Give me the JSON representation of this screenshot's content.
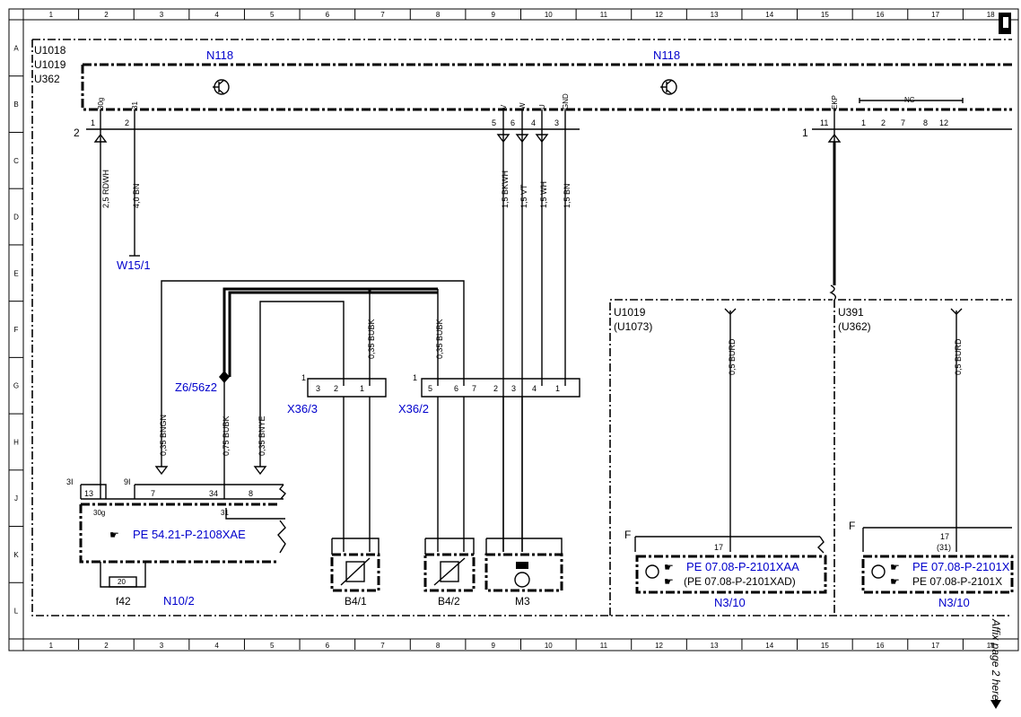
{
  "grid": {
    "cols": [
      "1",
      "2",
      "3",
      "4",
      "5",
      "6",
      "7",
      "8",
      "9",
      "10",
      "11",
      "12",
      "13",
      "14",
      "15",
      "16",
      "17",
      "18"
    ],
    "rows": [
      "A",
      "B",
      "C",
      "D",
      "E",
      "F",
      "G",
      "H",
      "J",
      "K",
      "L"
    ]
  },
  "units": {
    "u1018": "U1018",
    "u1019": "U1019",
    "u362": "U362",
    "u1019b": "U1019",
    "u1073": "(U1073)",
    "u391": "U391",
    "u362b": "(U362)"
  },
  "components": {
    "n118_left": "N118",
    "n118_right": "N118",
    "w15_1": "W15/1",
    "z6_56z2": "Z6/56z2",
    "x36_3": "X36/3",
    "x36_2": "X36/2",
    "n10_2": "N10/2",
    "b4_1": "B4/1",
    "b4_2": "B4/2",
    "m3": "M3",
    "n3_10_left": "N3/10",
    "n3_10_right": "N3/10",
    "f42": "f42",
    "fuse_value": "20"
  },
  "references": {
    "pe_5421": "PE 54.21-P-2108XAE",
    "pe_0708_xaa": "PE 07.08-P-2101XAA",
    "pe_0708_xad": "(PE 07.08-P-2101XAD)",
    "pe_0708_x_right": "PE 07.08-P-2101X",
    "pe_0708_x_right2": "PE 07.08-P-2101X"
  },
  "wires": {
    "w1": "2,5 RDWH",
    "w2": "4,0 BN",
    "w3": "1,5 BKWH",
    "w4": "1,5 VT",
    "w5": "1,5 WH",
    "w6": "1,5 BN",
    "w7": "0,35 BNGN",
    "w8": "0,75 BUBK",
    "w9": "0,35 BNYE",
    "w10": "0,35 BUBK",
    "w11": "0,35 BUBK",
    "w12": "0,5 BURD",
    "w13": "0,5 BURD"
  },
  "pins": {
    "p30g": "30g",
    "p31": "31",
    "pV": "V",
    "pW": "W",
    "pU": "U",
    "pGND": "GND",
    "pEKP": "EKP",
    "pNC": "NC",
    "n1": "1",
    "n2": "2",
    "n3": "3",
    "n4": "4",
    "n5": "5",
    "n6": "6",
    "n7": "7",
    "n8": "8",
    "n11": "11",
    "n12": "12",
    "n13": "13",
    "n17": "17",
    "n17b": "17",
    "n31p": "(31)",
    "n34": "34",
    "c2": "2",
    "c1": "1",
    "x3_1": "1",
    "x2_1": "1",
    "l3I": "3I",
    "l9I": "9I",
    "l30g": "30g",
    "l31": "31",
    "lF": "F",
    "lF2": "F"
  },
  "side_note": "Affix page 2 here"
}
